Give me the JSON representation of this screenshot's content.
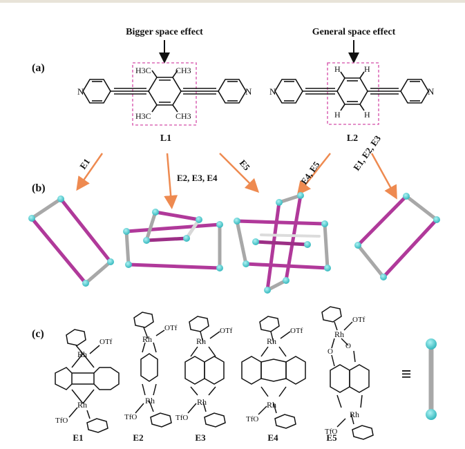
{
  "panel_labels": {
    "a": "(a)",
    "b": "(b)",
    "c": "(c)"
  },
  "annotations": {
    "bigger_space_effect": "Bigger space effect",
    "general_space_effect": "General space effect"
  },
  "ligands": {
    "L1": {
      "label": "L1",
      "substituents": [
        "H3C",
        "CH3",
        "H3C",
        "CH3"
      ]
    },
    "L2": {
      "label": "L2",
      "substituents": [
        "H",
        "H",
        "H",
        "H"
      ]
    }
  },
  "arrows": {
    "a1": "E1",
    "a2": "E2, E3, E4",
    "a3": "E5",
    "a4": "E4, E5",
    "a5": "E1, E2, E3"
  },
  "atoms": {
    "N": "N",
    "Rh": "Rh",
    "OTf": "OTf",
    "TfO": "TfO",
    "O": "O"
  },
  "complexes": [
    "E1",
    "E2",
    "E3",
    "E4",
    "E5"
  ],
  "equiv_symbol": "≡",
  "colors": {
    "magenta": "#b0399a",
    "magenta_light": "#d56fc2",
    "gray_rod": "#a8a8a8",
    "node_cyan": "#3cc3c8",
    "arrow_orange": "#ee8a50",
    "box_dash": "#d44ca8",
    "top_bar": "#e8e3d8"
  }
}
